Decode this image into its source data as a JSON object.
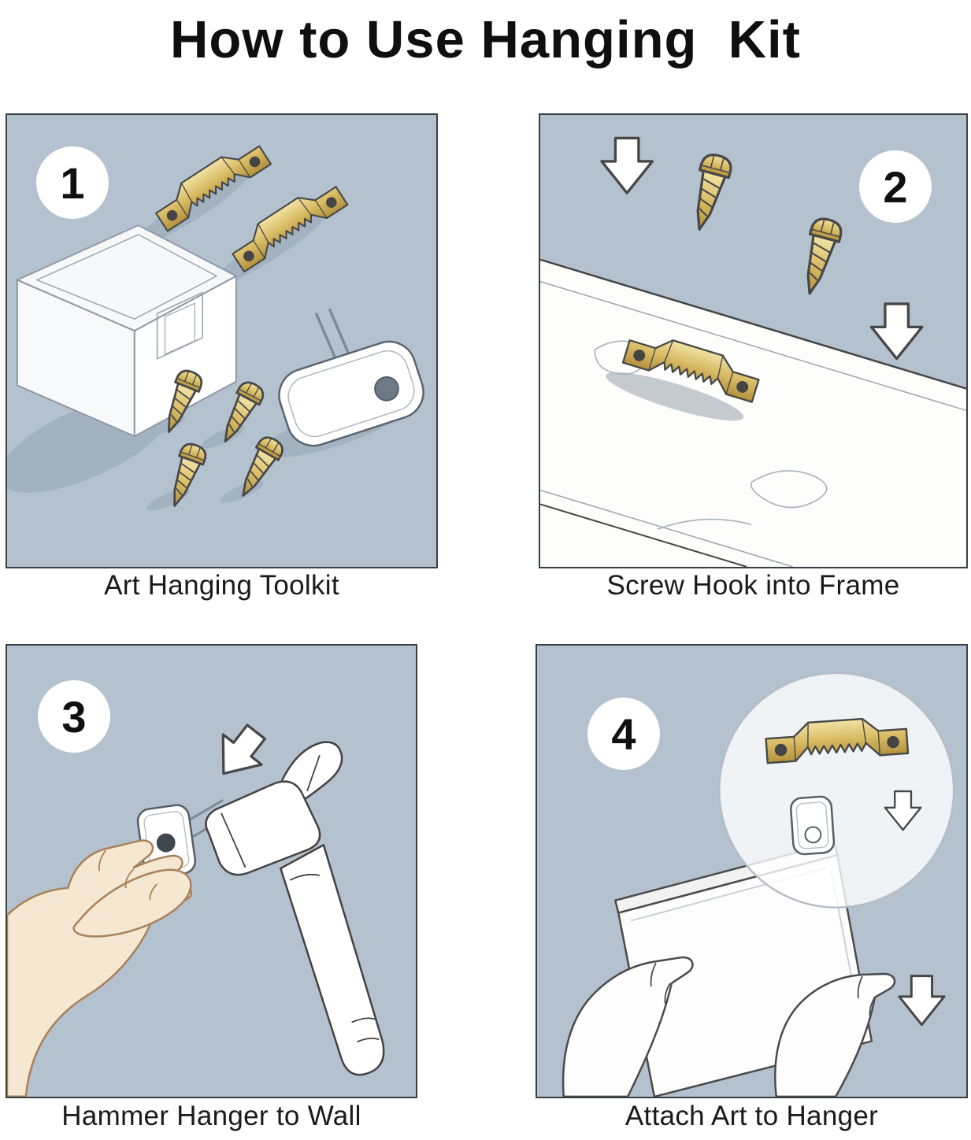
{
  "title": "How to Use Hanging  Kit",
  "panels": [
    {
      "number": "1",
      "caption": "Art Hanging Toolkit"
    },
    {
      "number": "2",
      "caption": "Screw Hook into Frame"
    },
    {
      "number": "3",
      "caption": "Hammer Hanger to Wall"
    },
    {
      "number": "4",
      "caption": "Attach Art to Hanger"
    }
  ],
  "colors": {
    "page_background": "#ffffff",
    "panel_background": "#b4c1ce",
    "panel_border": "#3a3f44",
    "brass_light": "#f1e3a5",
    "brass": "#d9bb64",
    "brass_dark": "#b2913c",
    "outline": "#474747",
    "skin": "#f6e7d2",
    "skin_outline": "#a8815a",
    "white": "#ffffff",
    "shadow": "#90a0b0",
    "title_color": "#0f0f0f"
  },
  "icons": {
    "panel1": [
      "toolkit-box-icon",
      "sawtooth-hanger-icon",
      "screw-icon",
      "wall-hook-icon"
    ],
    "panel2": [
      "down-arrow-icon",
      "screw-icon",
      "sawtooth-hanger-icon",
      "frame-molding-icon"
    ],
    "panel3": [
      "down-arrow-icon",
      "hand-icon",
      "picture-hanger-icon",
      "hammer-icon"
    ],
    "panel4": [
      "magnifier-circle-icon",
      "sawtooth-hanger-icon",
      "wall-hook-icon",
      "canvas-icon",
      "hand-icon",
      "down-arrow-icon"
    ]
  }
}
